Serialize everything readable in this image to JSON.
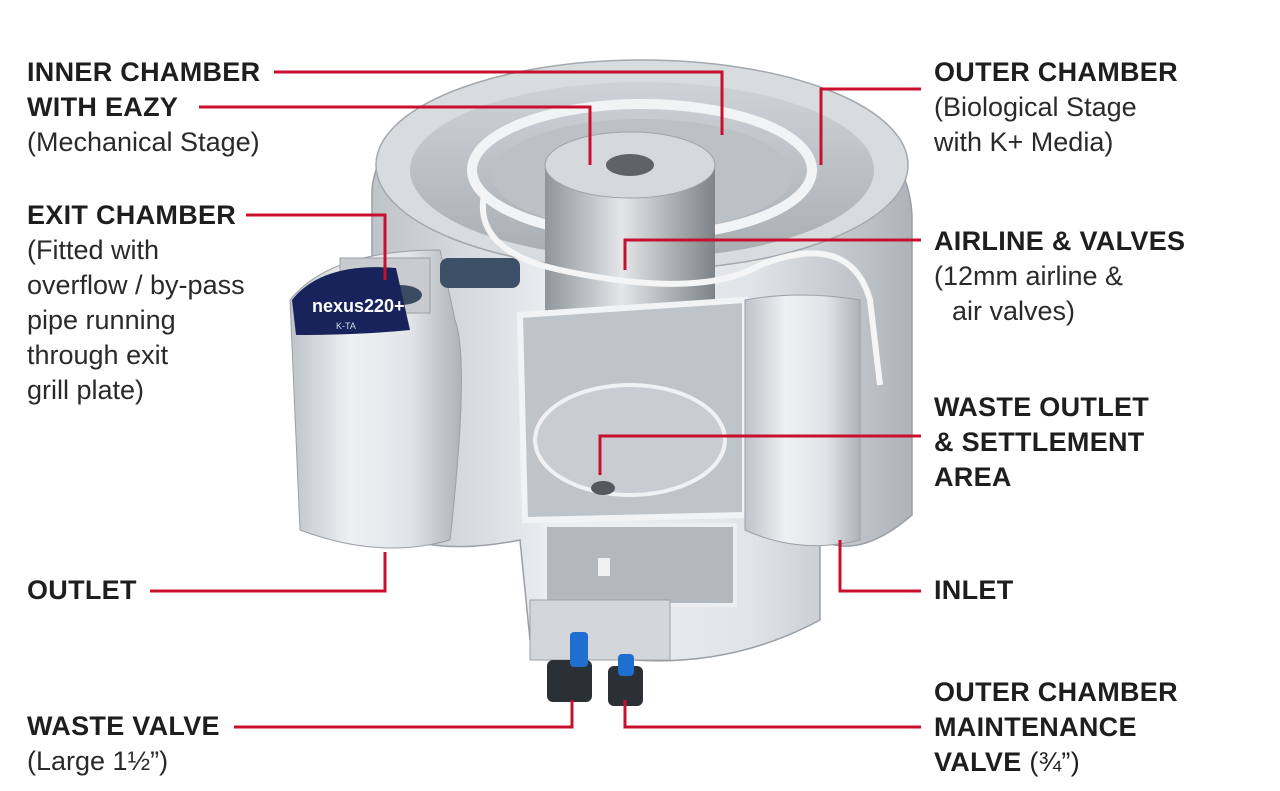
{
  "product": {
    "brand_text": "nexus220+",
    "badge_text": "K-TA"
  },
  "callouts": {
    "inner_chamber": {
      "title_1": "INNER CHAMBER",
      "title_2": "WITH EAZY",
      "sub": "(Mechanical Stage)"
    },
    "exit_chamber": {
      "title": "EXIT CHAMBER",
      "sub_1": "(Fitted with",
      "sub_2": "overflow / by-pass",
      "sub_3": "pipe running",
      "sub_4": "through exit",
      "sub_5": "grill plate)"
    },
    "outlet": {
      "title": "OUTLET"
    },
    "waste_valve": {
      "title": "WASTE VALVE",
      "sub": "(Large 1½”)"
    },
    "outer_chamber": {
      "title": "OUTER CHAMBER",
      "sub_1": "(Biological Stage",
      "sub_2": "with K+ Media)"
    },
    "airline": {
      "title": "AIRLINE & VALVES",
      "sub_1": "(12mm airline &",
      "sub_2": "air valves)"
    },
    "waste_outlet": {
      "title_1": "WASTE OUTLET",
      "title_2": "& SETTLEMENT",
      "title_3": "AREA"
    },
    "inlet": {
      "title": "INLET"
    },
    "maintenance_valve": {
      "title_1": "OUTER CHAMBER",
      "title_2": "MAINTENANCE",
      "title_3": "VALVE",
      "sub": "(¾”)"
    }
  },
  "colors": {
    "leader_line": "#c8102e",
    "body": "#e4e6e8",
    "body_shadow": "#b9bec3",
    "steel": "#c9ccce",
    "valve_blue": "#1f6fd1",
    "valve_dark": "#2b2f36",
    "panel_navy": "#17235a"
  }
}
